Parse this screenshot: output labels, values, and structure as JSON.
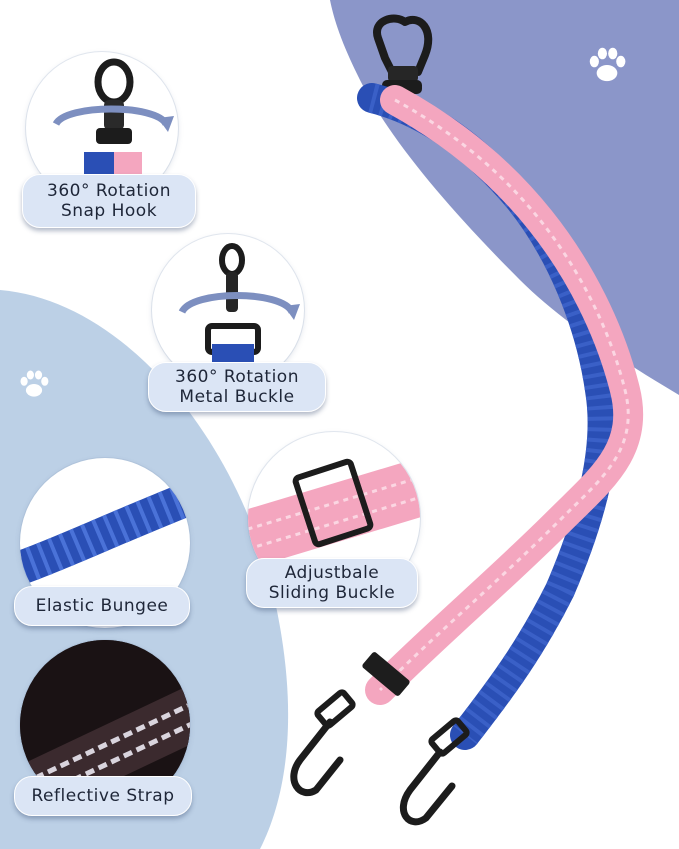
{
  "features": [
    {
      "id": "snap-hook",
      "lines": [
        "360° Rotation",
        "Snap Hook"
      ]
    },
    {
      "id": "metal-buckle",
      "lines": [
        "360° Rotation",
        "Metal Buckle"
      ]
    },
    {
      "id": "sliding-buckle",
      "lines": [
        "Adjustbale",
        "Sliding Buckle"
      ]
    },
    {
      "id": "elastic-bungee",
      "lines": [
        "Elastic Bungee"
      ]
    },
    {
      "id": "reflective-strap",
      "lines": [
        "Reflective Strap"
      ]
    }
  ],
  "colors": {
    "background": "#ffffff",
    "purple_panel": "#8b96c9",
    "blue_panel": "#bcd0e6",
    "label_fill": "#dbe5f5",
    "strap_pink": "#f4a6bf",
    "strap_blue": "#2a4fb5",
    "hardware_black": "#222222",
    "reflective_stripe": "#d9d4dd"
  },
  "icons": [
    "paw-icon",
    "snap-hook-icon",
    "rotation-arrow-icon",
    "slider-buckle-icon"
  ]
}
